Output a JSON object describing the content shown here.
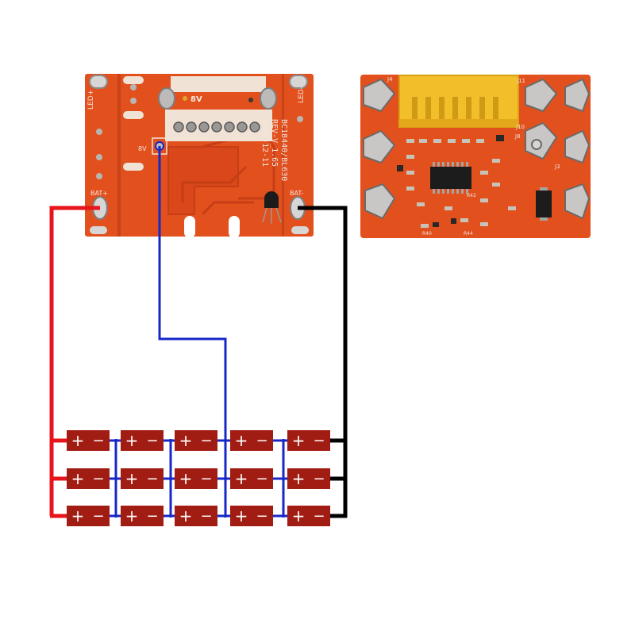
{
  "pcb_left": {
    "labels": {
      "led_plus": "LED+",
      "led_minus": "LED-",
      "v8_top": "8V",
      "v8_pad": "8V",
      "bat_plus": "BAT+",
      "bat_minus": "BAT-",
      "board_id_1": "BC18440/BL630",
      "board_id_2": "REV-V_1.65",
      "board_id_3": "2020-12-11"
    }
  },
  "pcb_right": {
    "labels": {
      "j4": "J4",
      "j11": "J11",
      "j10": "J10",
      "j8": "J8",
      "j3": "J3",
      "r42": "R42",
      "r44": "R44",
      "r40": "R40"
    }
  },
  "battery_pack": {
    "rows": 3,
    "cells_per_row": 5,
    "cell_plus": "+",
    "cell_minus": "−"
  },
  "colors": {
    "pcb": "#e2501e",
    "connector": "#f2be2a",
    "cell": "#a11c12",
    "wire_positive": "#e8141b",
    "wire_negative": "#000000",
    "wire_balance": "#1727c8",
    "cell_link": "#1727c8"
  }
}
